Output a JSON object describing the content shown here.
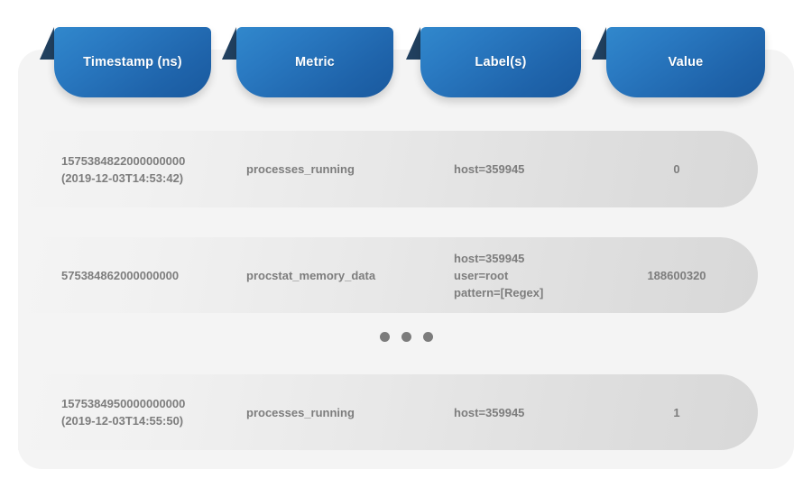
{
  "table": {
    "columns": [
      {
        "id": "timestamp",
        "label": "Timestamp (ns)"
      },
      {
        "id": "metric",
        "label": "Metric"
      },
      {
        "id": "labels",
        "label": "Label(s)"
      },
      {
        "id": "value",
        "label": "Value"
      }
    ],
    "rows": [
      {
        "timestamp": "1575384822000000000\n(2019-12-03T14:53:42)",
        "metric": "processes_running",
        "labels": "host=359945",
        "value": "0"
      },
      {
        "timestamp": "575384862000000000",
        "metric": "procstat_memory_data",
        "labels": "host=359945\nuser=root\npattern=[Regex]",
        "value": "188600320"
      },
      {
        "timestamp": "1575384950000000000\n(2019-12-03T14:55:50)",
        "metric": "processes_running",
        "labels": "host=359945",
        "value": "1"
      }
    ],
    "truncation_indicator": "•••"
  },
  "colors": {
    "tab_blue_light": "#3188cc",
    "tab_blue_dark": "#19599e",
    "tab_tail_navy": "#21405f",
    "panel_background": "#f4f4f4",
    "row_gradient_end": "#d8d8d8",
    "text_gray": "#7d7d7d",
    "header_text": "#ffffff"
  }
}
